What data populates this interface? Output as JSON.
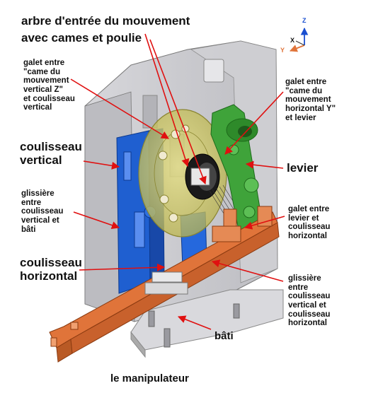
{
  "title_line1": "arbre d'entrée du mouvement",
  "title_line2": "avec cames et  poulie",
  "caption": "le manipulateur",
  "axes": {
    "z": "Z",
    "x": "X",
    "y": "Y"
  },
  "labels": {
    "galet_vertical": "galet entre\n\"came du\nmouvement\nvertical Z\"\net coulisseau\nvertical",
    "galet_horizontal_y": "galet entre\n\"came du\nmouvement\nhorizontal Y\"\net  levier",
    "coulisseau_vertical": "coulisseau\nvertical",
    "levier": "levier",
    "glissiere_vertical_bati": "glissière\nentre\ncoulisseau\nvertical et\nbâti",
    "galet_levier_horizontal": "galet entre\nlevier et\ncoulisseau\nhorizontal",
    "coulisseau_horizontal": "coulisseau\nhorizontal",
    "glissiere_vertical_horizontal": "glissière\nentre\ncoulisseau\nvertical et\ncoulisseau\nhorizontal",
    "bati": "bâti"
  },
  "colors": {
    "frame": "#c8c8cc",
    "vertical_slide": "#1f5fd0",
    "horizontal_slide": "#e0743a",
    "lever": "#3fa33a",
    "pulley": "#c9c45a",
    "arrow": "#e01010"
  }
}
